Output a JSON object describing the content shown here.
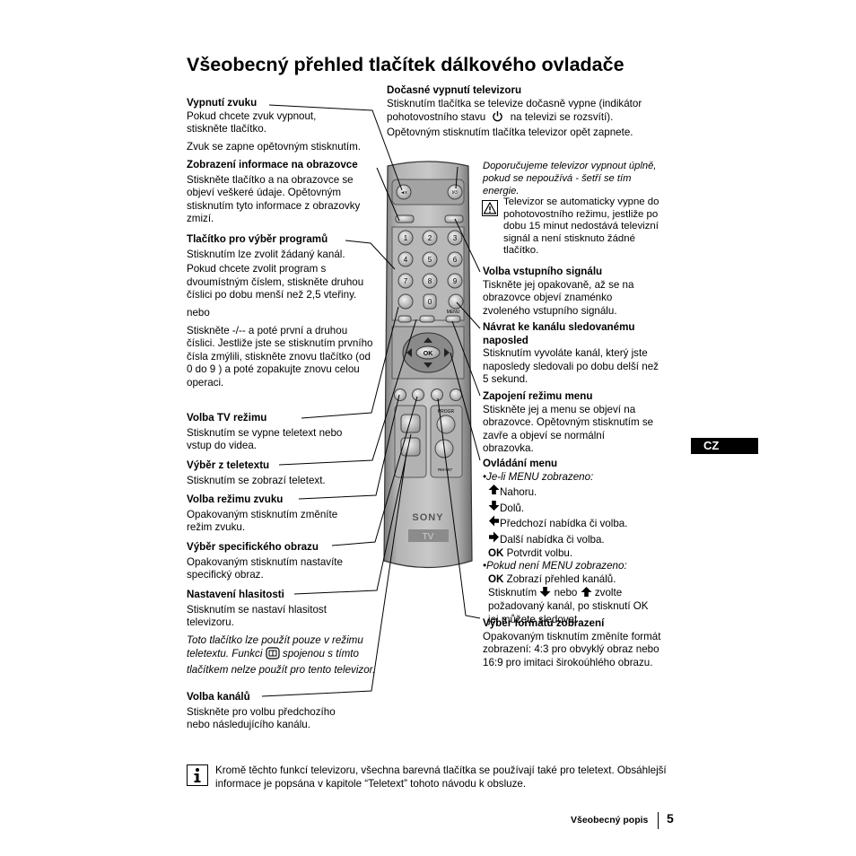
{
  "title": "Všeobecný přehled tlačítek dálkového ovladače",
  "lang_tab": "CZ",
  "left": [
    {
      "heading": "Vypnutí zvuku",
      "lines": [
        "Pokud chcete zvuk vypnout, stiskněte tlačítko.",
        "Zvuk se zapne opětovným stisknutím."
      ]
    },
    {
      "heading": "Zobrazení informace na obrazovce",
      "lines": [
        "Stiskněte tlačítko a na obrazovce se objeví veškeré údaje. Opětovným stisknutím tyto informace z obrazovky zmizí."
      ]
    },
    {
      "heading": "Tlačítko pro výběr programů",
      "lines": [
        "Stisknutím lze zvolit žádaný kanál.",
        "Pokud chcete zvolit program s dvoumístným číslem, stiskněte druhou číslici po dobu menší než 2,5 vteřiny.",
        "nebo",
        "Stiskněte -/-- a poté první a druhou číslici. Jestliže jste se stisknutím prvního čísla zmýlili, stiskněte znovu tlačítko  (od 0 do 9 )  a poté zopakujte znovu celou operaci."
      ]
    },
    {
      "heading": "Volba TV režimu",
      "lines": [
        "Stisknutím se vypne teletext nebo vstup do videa."
      ]
    },
    {
      "heading": "Výběr z teletextu",
      "lines": [
        "Stisknutím se zobrazí teletext."
      ]
    },
    {
      "heading": "Volba režimu zvuku",
      "lines": [
        "Opakovaným stisknutím změníte režim zvuku."
      ]
    },
    {
      "heading": "Výběr specifického obrazu",
      "lines": [
        "Opakovaným stisknutím nastavíte specifický obraz."
      ]
    },
    {
      "heading": "Nastavení hlasitosti",
      "lines": [
        "Stisknutím se nastaví hlasitost televizoru."
      ],
      "note_a": "Toto tlačítko lze použít pouze v režimu teletextu. Funkci",
      "note_b": "spojenou s tímto tlačítkem nelze použít pro tento televizor."
    },
    {
      "heading": "Volba kanálů",
      "lines": [
        "Stiskněte pro volbu předchozího nebo následujícího kanálu."
      ]
    }
  ],
  "right": {
    "standby": {
      "heading": "Dočasné vypnutí televizoru",
      "line1": "Stisknutím tlačítka se televize dočasně vypne (indikátor",
      "line2a": "pohotovostního stavu",
      "line2b": "na televizi se rozsvítí).",
      "line3": "Opětovným stisknutím tlačítka televizor opět zapnete."
    },
    "recommend": "Doporučujeme televizor vypnout úplně, pokud se nepoužívá - šetří se tím energie.",
    "warning": "Televizor se automaticky vypne do  pohotovostního režimu, jestliže po dobu 15 minut nedostává televizní signál a není stisknuto žádné tlačítko.",
    "input": {
      "heading": "Volba vstupního signálu",
      "text": "Tiskněte jej opakovaně, až se na obrazovce objeví znaménko zvoleného vstupního signálu."
    },
    "last": {
      "heading": "Návrat ke kanálu sledovanému naposled",
      "text": "Stisknutím vyvoláte kanál, který jste naposledy sledovali po dobu delší než 5 sekund."
    },
    "menu_on": {
      "heading": "Zapojení režimu menu",
      "text": "Stiskněte jej a menu se objeví na obrazovce. Opětovným stisknutím se zavře a objeví se normální obrazovka."
    },
    "menu_ctrl": {
      "heading": "Ovládání menu",
      "sub1": "•Je-li MENU zobrazeno:",
      "up": "Nahoru.",
      "down": "Dolů.",
      "left": "Předchozí nabídka či volba.",
      "right": "Další nabídka či volba.",
      "ok_label": "OK",
      "ok": "Potvrdit volbu.",
      "sub2": "•Pokud není MENU zobrazeno:",
      "ok2": "Zobrazí přehled kanálů.",
      "l1": "Stisknutím",
      "l1b": "nebo",
      "l1c": "zvolte",
      "l2": "požadovaný kanál, po stisknutí OK",
      "l3": "jej můžete sledovat"
    },
    "format": {
      "heading": "Výběr formátu zobrazení",
      "text": "Opakovaným tisknutím změníte formát zobrazení: 4:3 pro obvyklý obraz nebo 16:9 pro imitaci širokoúhlého obrazu."
    }
  },
  "remote": {
    "brand": "SONY",
    "model_label": "TV",
    "digits": [
      "1",
      "2",
      "3",
      "4",
      "5",
      "6",
      "7",
      "8",
      "9",
      "0"
    ],
    "ok": "OK",
    "menu": "MENU",
    "progr": "PROGR",
    "model_no": "RM-887"
  },
  "footer": {
    "text": "Kromě těchto funkcí televizoru, všechna barevná tlačítka se používají také pro teletext. Obsáhlejší informace je popsána v kapitole “Teletext” tohoto návodu k obsluze.",
    "section": "Všeobecný popis",
    "page": "5"
  }
}
